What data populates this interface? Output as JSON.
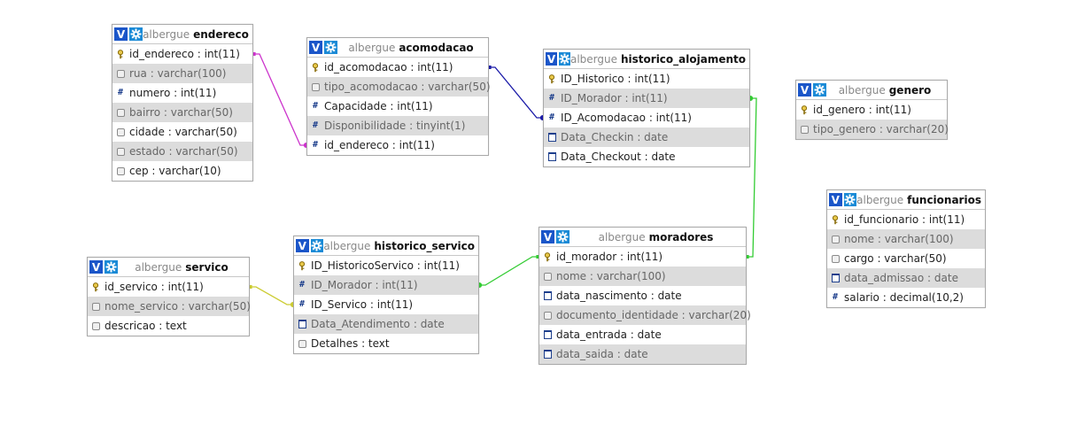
{
  "database": "albergue",
  "icons": {
    "view_button": "V",
    "options_button": "gear-icon"
  },
  "tables": {
    "endereco": {
      "name": "endereco",
      "fields": [
        {
          "label": "id_endereco : int(11)",
          "icon": "key-icon",
          "alt": false
        },
        {
          "label": "rua : varchar(100)",
          "icon": "text-icon",
          "alt": true
        },
        {
          "label": "numero : int(11)",
          "icon": "number-icon",
          "alt": false
        },
        {
          "label": "bairro : varchar(50)",
          "icon": "text-icon",
          "alt": true
        },
        {
          "label": "cidade : varchar(50)",
          "icon": "text-icon",
          "alt": false
        },
        {
          "label": "estado : varchar(50)",
          "icon": "text-icon",
          "alt": true
        },
        {
          "label": "cep : varchar(10)",
          "icon": "text-icon",
          "alt": false
        }
      ]
    },
    "acomodacao": {
      "name": "acomodacao",
      "fields": [
        {
          "label": "id_acomodacao : int(11)",
          "icon": "key-icon",
          "alt": false
        },
        {
          "label": "tipo_acomodacao : varchar(50)",
          "icon": "text-icon",
          "alt": true
        },
        {
          "label": "Capacidade : int(11)",
          "icon": "number-icon",
          "alt": false
        },
        {
          "label": "Disponibilidade : tinyint(1)",
          "icon": "number-icon",
          "alt": true
        },
        {
          "label": "id_endereco : int(11)",
          "icon": "number-icon",
          "alt": false
        }
      ]
    },
    "historico_alojamento": {
      "name": "historico_alojamento",
      "fields": [
        {
          "label": "ID_Historico : int(11)",
          "icon": "key-icon",
          "alt": false
        },
        {
          "label": "ID_Morador : int(11)",
          "icon": "number-icon",
          "alt": true
        },
        {
          "label": "ID_Acomodacao : int(11)",
          "icon": "number-icon",
          "alt": false
        },
        {
          "label": "Data_Checkin : date",
          "icon": "date-icon",
          "alt": true
        },
        {
          "label": "Data_Checkout : date",
          "icon": "date-icon",
          "alt": false
        }
      ]
    },
    "genero": {
      "name": "genero",
      "fields": [
        {
          "label": "id_genero : int(11)",
          "icon": "key-icon",
          "alt": false
        },
        {
          "label": "tipo_genero : varchar(20)",
          "icon": "text-icon",
          "alt": true
        }
      ]
    },
    "funcionarios": {
      "name": "funcionarios",
      "fields": [
        {
          "label": "id_funcionario : int(11)",
          "icon": "key-icon",
          "alt": false
        },
        {
          "label": "nome : varchar(100)",
          "icon": "text-icon",
          "alt": true
        },
        {
          "label": "cargo : varchar(50)",
          "icon": "text-icon",
          "alt": false
        },
        {
          "label": "data_admissao : date",
          "icon": "date-icon",
          "alt": true
        },
        {
          "label": "salario : decimal(10,2)",
          "icon": "number-icon",
          "alt": false
        }
      ]
    },
    "servico": {
      "name": "servico",
      "fields": [
        {
          "label": "id_servico : int(11)",
          "icon": "key-icon",
          "alt": false
        },
        {
          "label": "nome_servico : varchar(50)",
          "icon": "text-icon",
          "alt": true
        },
        {
          "label": "descricao : text",
          "icon": "text-icon",
          "alt": false
        }
      ]
    },
    "historico_servico": {
      "name": "historico_servico",
      "fields": [
        {
          "label": "ID_HistoricoServico : int(11)",
          "icon": "key-icon",
          "alt": false
        },
        {
          "label": "ID_Morador : int(11)",
          "icon": "number-icon",
          "alt": true
        },
        {
          "label": "ID_Servico : int(11)",
          "icon": "number-icon",
          "alt": false
        },
        {
          "label": "Data_Atendimento : date",
          "icon": "date-icon",
          "alt": true
        },
        {
          "label": "Detalhes : text",
          "icon": "text-icon",
          "alt": false
        }
      ]
    },
    "moradores": {
      "name": "moradores",
      "fields": [
        {
          "label": "id_morador : int(11)",
          "icon": "key-icon",
          "alt": false
        },
        {
          "label": "nome : varchar(100)",
          "icon": "text-icon",
          "alt": true
        },
        {
          "label": "data_nascimento : date",
          "icon": "date-icon",
          "alt": false
        },
        {
          "label": "documento_identidade : varchar(20)",
          "icon": "text-icon",
          "alt": true
        },
        {
          "label": "data_entrada : date",
          "icon": "date-icon",
          "alt": false
        },
        {
          "label": "data_saida : date",
          "icon": "date-icon",
          "alt": true
        }
      ]
    }
  },
  "relations": [
    {
      "from": "acomodacao.id_endereco",
      "to": "endereco.id_endereco",
      "color": "#cc33cc"
    },
    {
      "from": "historico_alojamento.ID_Acomodacao",
      "to": "acomodacao.id_acomodacao",
      "color": "#1a1aa8"
    },
    {
      "from": "historico_alojamento.ID_Morador",
      "to": "moradores.id_morador",
      "color": "#33cc33"
    },
    {
      "from": "historico_servico.ID_Morador",
      "to": "moradores.id_morador",
      "color": "#33cc33"
    },
    {
      "from": "historico_servico.ID_Servico",
      "to": "servico.id_servico",
      "color": "#cccc33"
    }
  ]
}
